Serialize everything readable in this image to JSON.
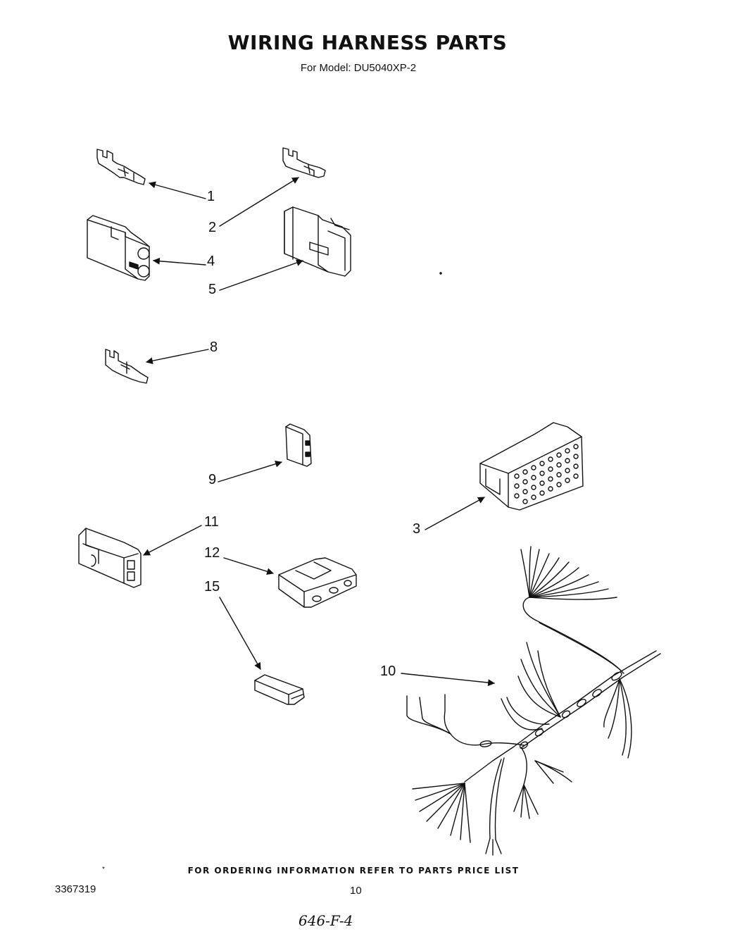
{
  "header": {
    "title": "WIRING HARNESS PARTS",
    "subtitle": "For Model: DU5040XP-2"
  },
  "callouts": {
    "c1": "1",
    "c2": "2",
    "c3": "3",
    "c4": "4",
    "c5": "5",
    "c8": "8",
    "c9": "9",
    "c10": "10",
    "c11": "11",
    "c12": "12",
    "c15": "15"
  },
  "footer": {
    "star": "*",
    "note": "FOR ORDERING INFORMATION REFER TO PARTS PRICE LIST",
    "doc_number": "3367319",
    "page_number": "10",
    "handwritten": "646-F-4"
  },
  "colors": {
    "ink": "#111111",
    "paper": "#ffffff"
  }
}
